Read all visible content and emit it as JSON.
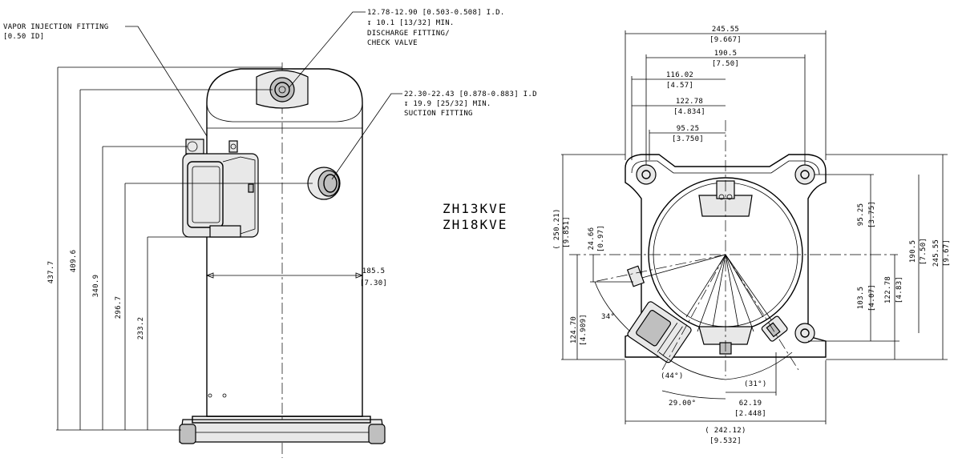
{
  "models": [
    "ZH13KVE",
    "ZH18KVE"
  ],
  "callouts": {
    "vapor_injection": [
      "VAPOR INJECTION FITTING",
      "[0.50 ID]"
    ],
    "discharge": [
      "12.78-12.90 [0.503-0.508] I.D.",
      "↧ 10.1 [13/32] MIN.",
      "DISCHARGE FITTING/",
      "CHECK VALVE"
    ],
    "suction": [
      "22.30-22.43 [0.878-0.883] I.D",
      "↧ 19.9 [25/32] MIN.",
      "SUCTION FITTING"
    ]
  },
  "side_view": {
    "heights": [
      "437.7",
      "409.6",
      "340.9",
      "296.7",
      "233.2"
    ],
    "offset": [
      "185.5",
      "[7.30]"
    ]
  },
  "top_view": {
    "horizontal": [
      [
        "245.55",
        "[9.667]"
      ],
      [
        "190.5",
        "[7.50]"
      ],
      [
        "116.02",
        "[4.57]"
      ],
      [
        "122.78",
        "[4.834]"
      ],
      [
        "95.25",
        "[3.750]"
      ]
    ],
    "left_vertical": [
      [
        "( 250.21)",
        "[9.851]"
      ],
      [
        "24.66",
        "[0.97]"
      ],
      [
        "124.70",
        "[4.909]"
      ]
    ],
    "right_vertical": [
      [
        "95.25",
        "[3.75]"
      ],
      [
        "103.5",
        "[4.07]"
      ],
      [
        "122.78",
        "[4.83]"
      ],
      [
        "190.5",
        "[7.50]"
      ],
      [
        "245.55",
        "[9.67]"
      ]
    ],
    "angles": [
      "34°",
      "(44°)",
      "(31°)",
      "29.00°"
    ],
    "bottom": [
      [
        "62.19",
        "[2.448]"
      ],
      [
        "( 242.12)",
        "[9.532]"
      ]
    ]
  }
}
